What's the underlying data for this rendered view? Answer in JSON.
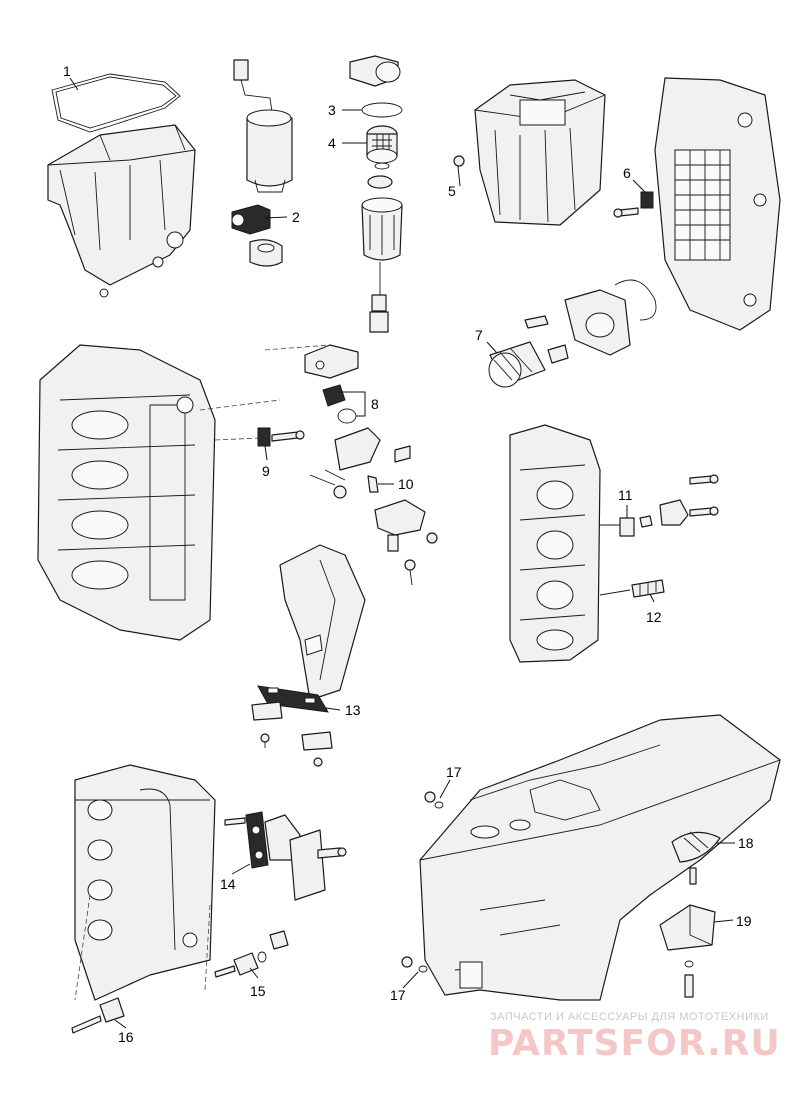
{
  "diagram": {
    "callouts": [
      {
        "id": "1",
        "label": "1"
      },
      {
        "id": "2",
        "label": "2"
      },
      {
        "id": "3",
        "label": "3"
      },
      {
        "id": "4",
        "label": "4"
      },
      {
        "id": "5",
        "label": "5"
      },
      {
        "id": "6",
        "label": "6"
      },
      {
        "id": "7",
        "label": "7"
      },
      {
        "id": "8",
        "label": "8"
      },
      {
        "id": "9",
        "label": "9"
      },
      {
        "id": "10",
        "label": "10"
      },
      {
        "id": "11",
        "label": "11"
      },
      {
        "id": "12",
        "label": "12"
      },
      {
        "id": "13",
        "label": "13"
      },
      {
        "id": "14",
        "label": "14"
      },
      {
        "id": "15",
        "label": "15"
      },
      {
        "id": "16",
        "label": "16"
      },
      {
        "id": "17a",
        "label": "17"
      },
      {
        "id": "17b",
        "label": "17"
      },
      {
        "id": "18",
        "label": "18"
      },
      {
        "id": "19",
        "label": "19"
      }
    ]
  },
  "watermark": {
    "tagline": "ЗАПЧАСТИ И АКСЕССУАРЫ ДЛЯ МОТОТЕХНИКИ",
    "brand": "PARTSFOR.RU",
    "brand_color": "#f4c6c6"
  }
}
